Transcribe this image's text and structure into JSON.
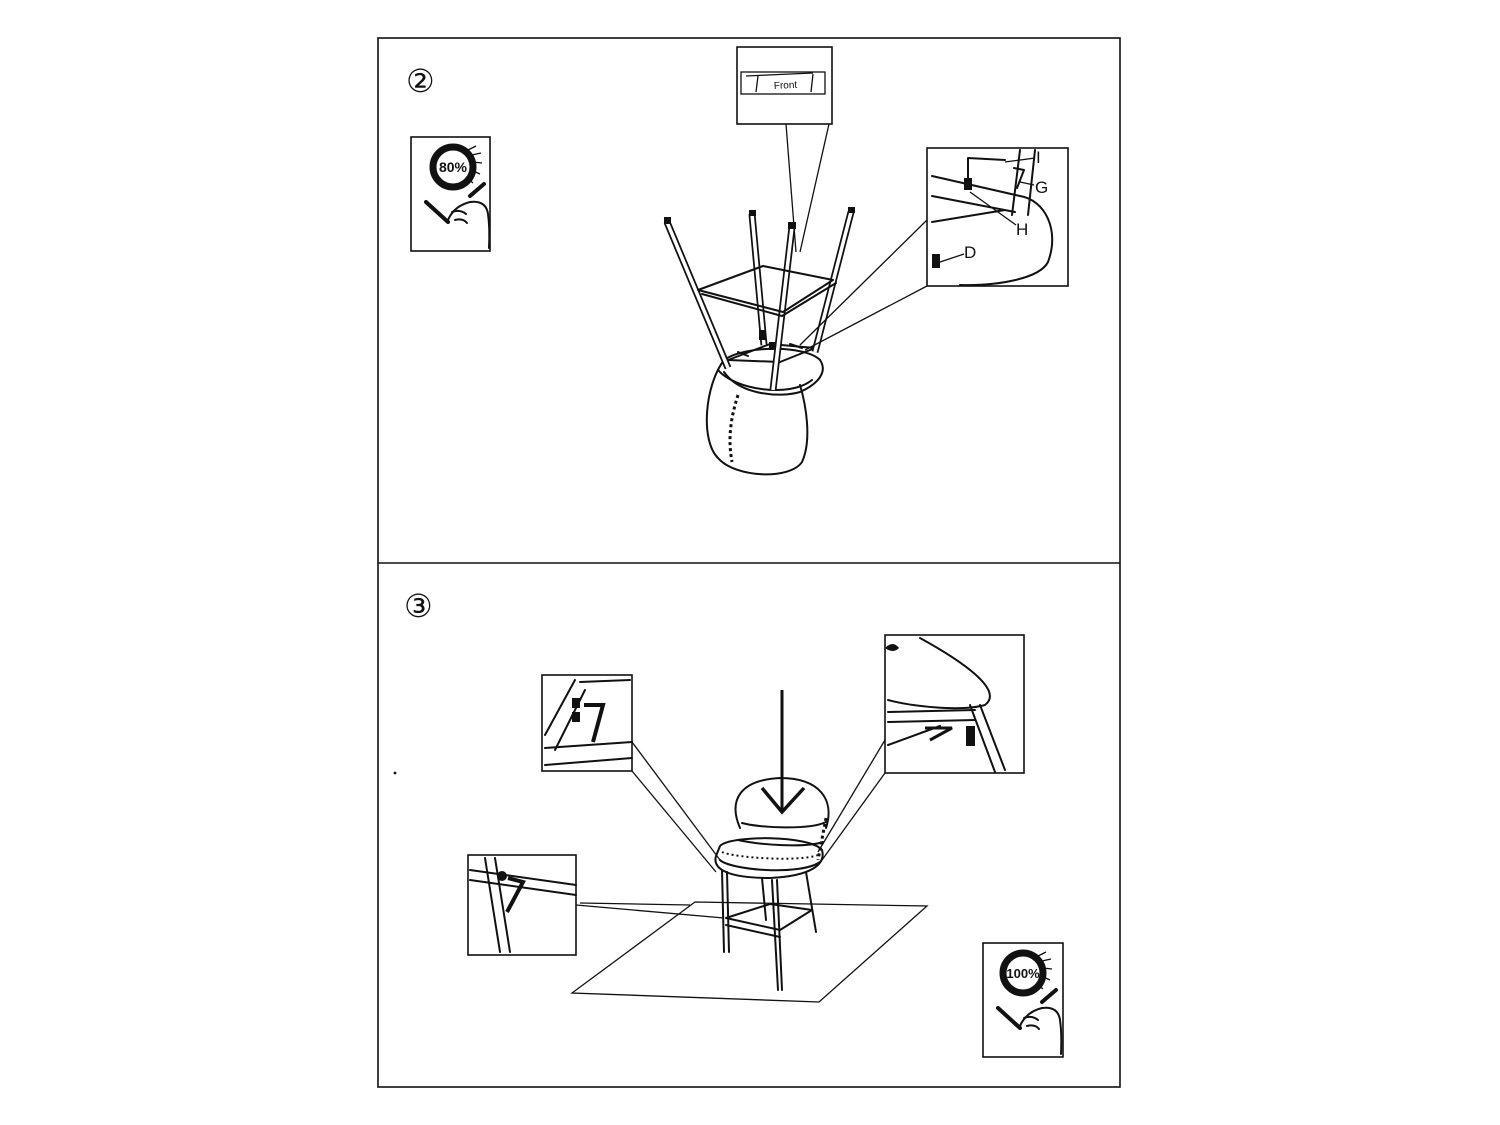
{
  "steps": [
    {
      "number": "②",
      "torque_label": "80%",
      "front_label": "Front",
      "callouts": [
        "I",
        "G",
        "H",
        "D"
      ]
    },
    {
      "number": "③",
      "torque_label": "100%"
    }
  ],
  "colors": {
    "line": "#111111",
    "background": "#ffffff"
  }
}
